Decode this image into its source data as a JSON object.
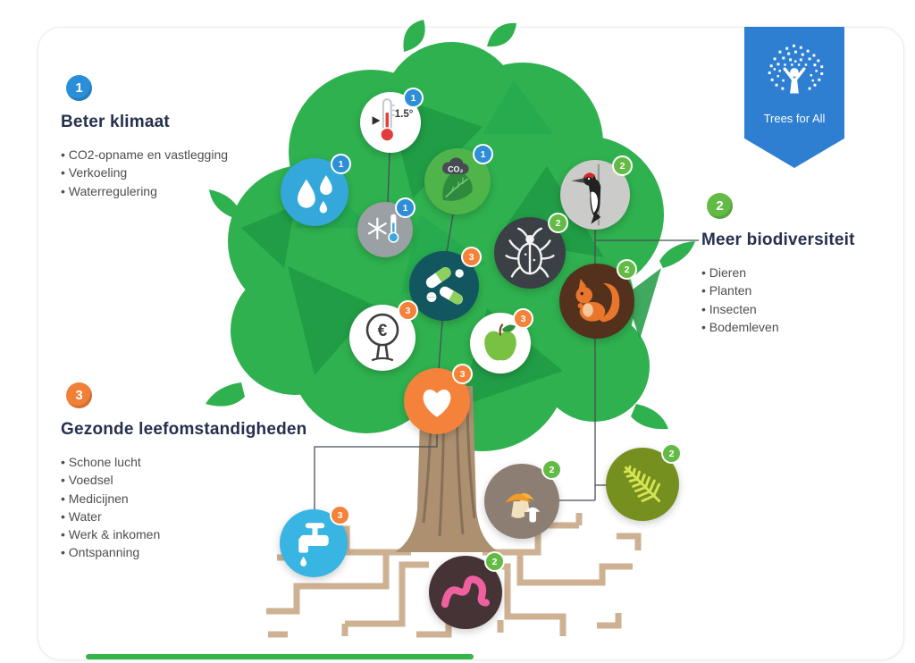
{
  "logo": {
    "label": "Trees for All"
  },
  "sections": [
    {
      "number": "1",
      "title": "Beter klimaat",
      "items": [
        "CO2-opname en vastlegging",
        "Verkoeling",
        "Waterregulering"
      ]
    },
    {
      "number": "2",
      "title": "Meer biodiversiteit",
      "items": [
        "Dieren",
        "Planten",
        "Insecten",
        "Bodemleven"
      ]
    },
    {
      "number": "3",
      "title": "Gezonde leefomstandigheden",
      "items": [
        "Schone lucht",
        "Voedsel",
        "Medicijnen",
        "Water",
        "Werk & inkomen",
        "Ontspanning"
      ]
    }
  ],
  "icons": {
    "thermometer": {
      "badge": "1",
      "label": "1.5°"
    },
    "water_drops": {
      "badge": "1"
    },
    "frost_thermometer": {
      "badge": "1"
    },
    "co2_leaf": {
      "badge": "1",
      "label": "CO₂"
    },
    "woodpecker": {
      "badge": "2"
    },
    "beetle": {
      "badge": "2"
    },
    "squirrel": {
      "badge": "2"
    },
    "pills": {
      "badge": "3"
    },
    "euro_tree": {
      "badge": "3",
      "label": "€"
    },
    "apple": {
      "badge": "3"
    },
    "heart": {
      "badge": "3"
    },
    "mushrooms": {
      "badge": "2"
    },
    "fern": {
      "badge": "2"
    },
    "worm": {
      "badge": "2"
    },
    "water_tap": {
      "badge": "3"
    }
  },
  "colors": {
    "group1_blue": "#2e8fd6",
    "group2_green": "#63bb46",
    "group3_orange": "#f5823a",
    "canopy_green": "#2fb14f",
    "trunk_brown": "#ac9070",
    "roots_tan": "#cdb192",
    "logo_blue": "#2e7fd2",
    "heading_navy": "#25304e"
  }
}
